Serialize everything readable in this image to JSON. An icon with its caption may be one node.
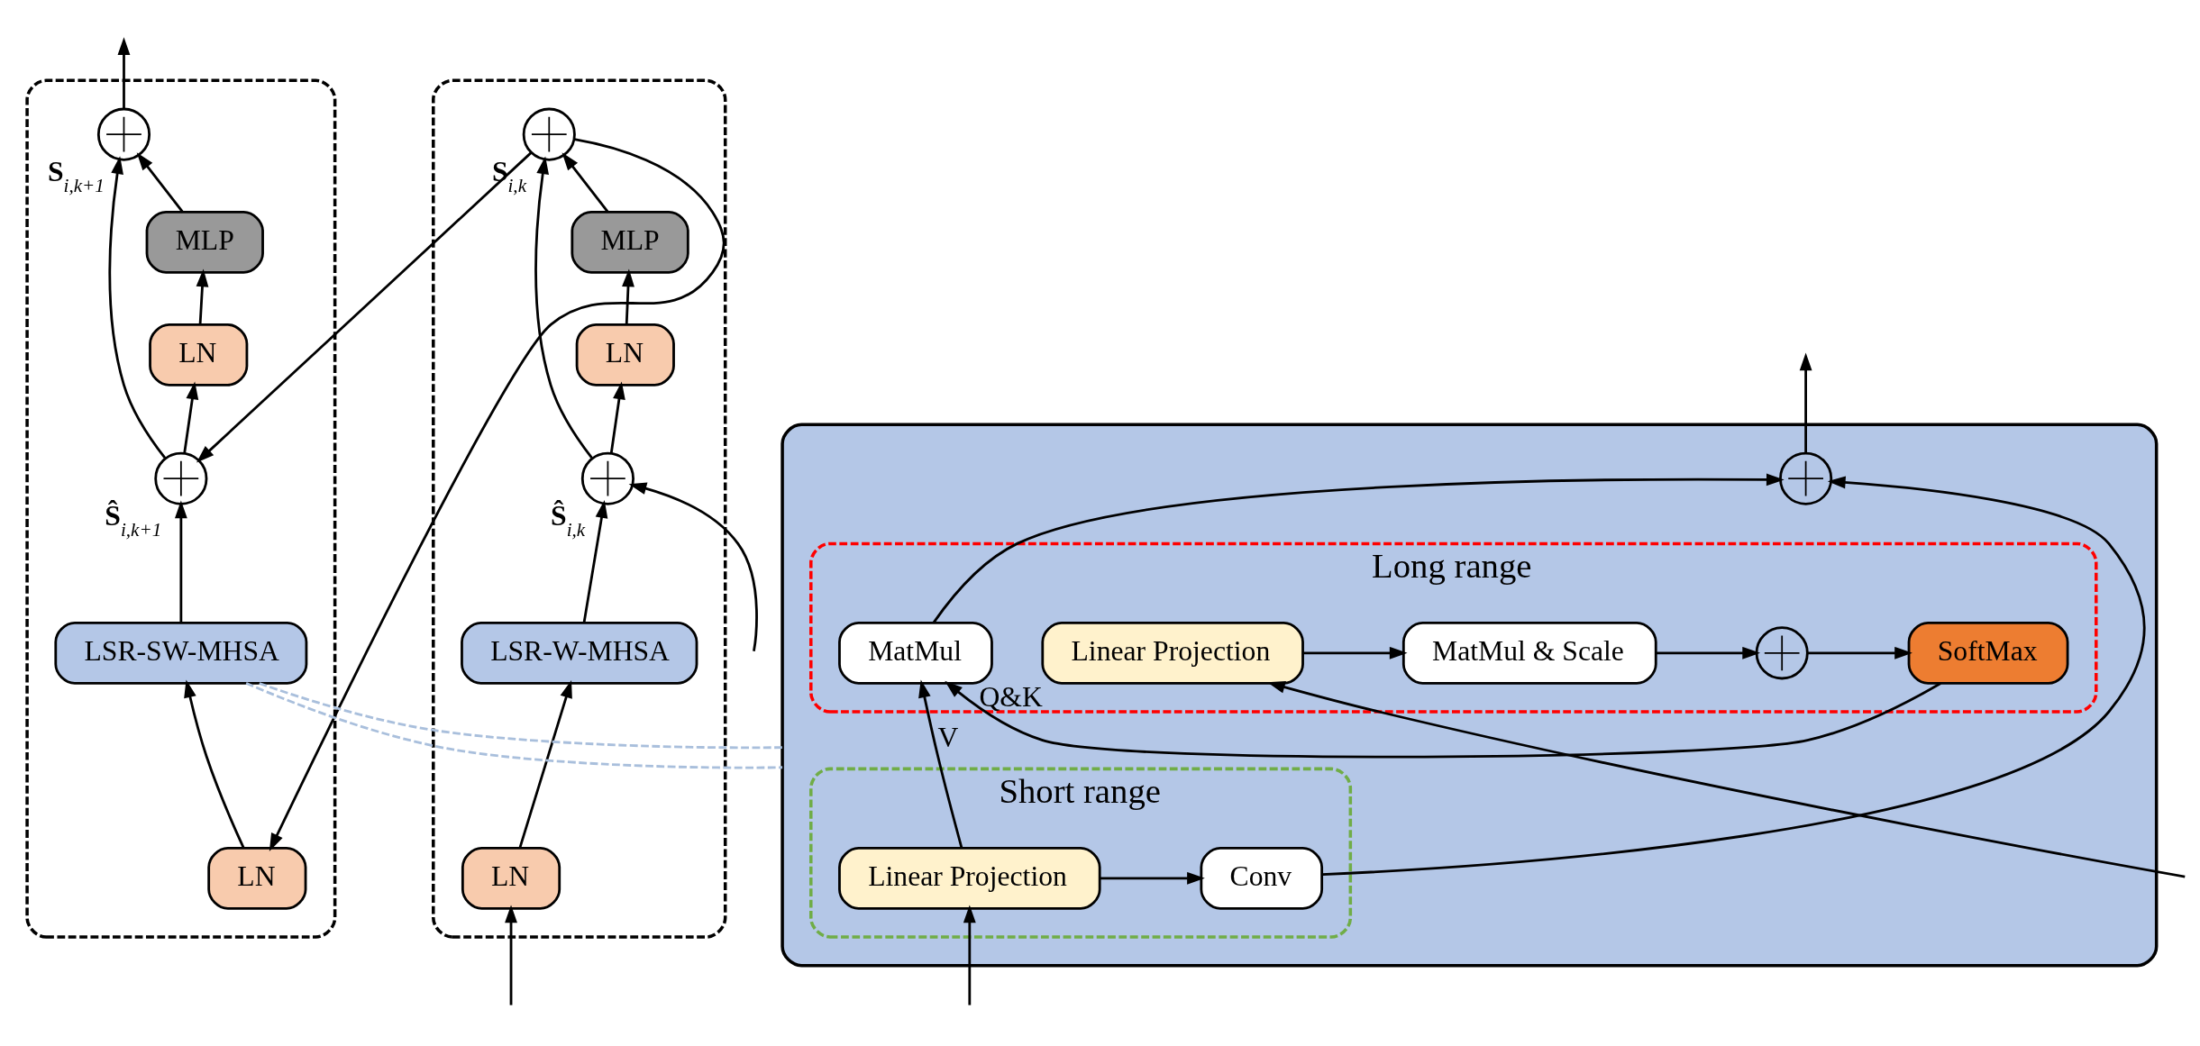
{
  "diagram": {
    "nodes": [
      {
        "text": [],
        "shape": "box"
      },
      {
        "text": [
          "LN"
        ],
        "in": 0
      },
      {
        "text": [
          "LSR-W-MHSA"
        ],
        "in": 0
      },
      {
        "text": [],
        "shape": "circle",
        "in": 0,
        "beside": [
          "**Ŝ**$_{i,k}$"
        ]
      },
      {
        "text": [
          "LN"
        ],
        "in": 0
      },
      {
        "text": [
          "MLP"
        ],
        "in": 0
      },
      {
        "text": [],
        "shape": "circle",
        "in": 0,
        "beside": [
          "**S**$_{i,k}$"
        ]
      },
      {
        "text": [],
        "shape": "box"
      },
      {
        "text": [
          "LN"
        ],
        "in": 7
      },
      {
        "text": [
          "LSR-SW-MHSA"
        ],
        "in": 7
      },
      {
        "text": [],
        "shape": "circle",
        "in": 7,
        "beside": [
          "**Ŝ**$_{i,k+1}$"
        ]
      },
      {
        "text": [
          "LN"
        ],
        "in": 7
      },
      {
        "text": [
          "MLP"
        ],
        "in": 7
      },
      {
        "text": [],
        "shape": "circle",
        "in": 7,
        "beside": [
          "**S**$_{i,k+1}$"
        ]
      },
      {
        "text": [],
        "shape": "box"
      },
      {
        "text": [
          "Long range"
        ],
        "in": 14
      },
      {
        "text": [
          "Linear Projection"
        ],
        "in": 15,
        "beside": [
          "Q&K"
        ]
      },
      {
        "text": [
          "MatMul & Scale"
        ],
        "in": 15
      },
      {
        "text": [],
        "shape": "circle",
        "in": 15
      },
      {
        "text": [
          "SoftMax"
        ],
        "in": 15
      },
      {
        "text": [
          "MatMul"
        ],
        "in": 15
      },
      {
        "text": [
          "Short range"
        ],
        "in": 14
      },
      {
        "text": [
          "Linear Projection"
        ],
        "in": 21
      },
      {
        "text": [
          "Conv"
        ],
        "in": 21
      },
      {
        "text": [],
        "shape": "circle",
        "in": 14
      }
    ],
    "edges": [
      {
        "from": null,
        "to": 1,
        "arrow": "to"
      },
      {
        "from": null,
        "to": 3,
        "arrow": "to"
      },
      {
        "from": 1,
        "to": 2,
        "arrow": "to"
      },
      {
        "from": 2,
        "to": 3,
        "arrow": "to"
      },
      {
        "from": 3,
        "to": 4,
        "arrow": "to"
      },
      {
        "from": 3,
        "to": 6,
        "arrow": "to"
      },
      {
        "from": 4,
        "to": 5,
        "arrow": "to"
      },
      {
        "from": 5,
        "to": 6,
        "arrow": "to"
      },
      {
        "from": 6,
        "to": 8,
        "arrow": "to"
      },
      {
        "from": 6,
        "to": 10,
        "arrow": "to"
      },
      {
        "from": 8,
        "to": 9,
        "arrow": "to"
      },
      {
        "from": 9,
        "to": 10,
        "arrow": "to"
      },
      {
        "from": 10,
        "to": 11,
        "arrow": "to"
      },
      {
        "from": 10,
        "to": 13,
        "arrow": "to"
      },
      {
        "from": 11,
        "to": 12,
        "arrow": "to"
      },
      {
        "from": 12,
        "to": 13,
        "arrow": "to"
      },
      {
        "from": 13,
        "to": null,
        "arrow": "to"
      },
      {
        "from": 9,
        "to": 14,
        "arrow": "none",
        "style": "dashed",
        "color": "#a9bfdc"
      },
      {
        "from": 9,
        "to": 14,
        "arrow": "none",
        "style": "dashed",
        "color": "#a9bfdc"
      },
      {
        "from": null,
        "to": 16,
        "arrow": "to"
      },
      {
        "from": null,
        "to": 22,
        "arrow": "to"
      },
      {
        "from": 16,
        "to": 17,
        "arrow": "to"
      },
      {
        "from": 17,
        "to": 18,
        "arrow": "to"
      },
      {
        "from": 18,
        "to": 19,
        "arrow": "to"
      },
      {
        "from": 19,
        "to": 20,
        "arrow": "to"
      },
      {
        "from": 20,
        "to": 24,
        "arrow": "to"
      },
      {
        "from": 22,
        "to": 20,
        "label": "V",
        "arrow": "to"
      },
      {
        "from": 22,
        "to": 23,
        "arrow": "to"
      },
      {
        "from": 23,
        "to": 24,
        "arrow": "to"
      },
      {
        "from": 24,
        "to": null,
        "arrow": "to"
      }
    ]
  }
}
